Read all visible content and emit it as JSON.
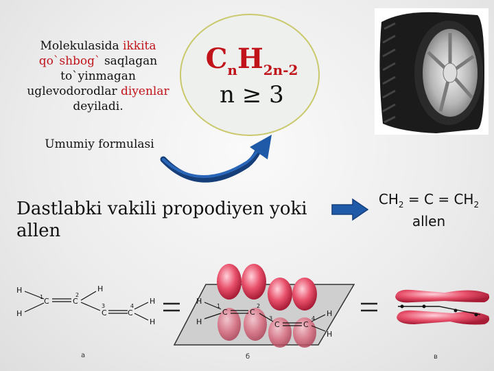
{
  "definition": {
    "part1": "Molekulasida ",
    "highlight1": "ikkita qo`shbog`",
    "part2": " saqlagan to`yinmagan uglevodorodlar ",
    "highlight2": "diyenlar",
    "part3": " deyiladi."
  },
  "formula_label": "Umumiy formulasi",
  "formula": {
    "c": "C",
    "c_sub": "n",
    "h": "H",
    "h_sub": "2n-2",
    "condition": "n ≥ 3"
  },
  "representative": "Dastlabki vakili propodiyen yoki allen",
  "allen": {
    "ch2_left": "CH",
    "sub_left": "2",
    "middle": " = C = ",
    "ch2_right": "CH",
    "sub_right": "2",
    "name": "allen"
  },
  "diagram": {
    "atoms": {
      "c": "C",
      "h": "H",
      "n1": "1",
      "n2": "2",
      "n3": "3",
      "n4": "4"
    },
    "captions": {
      "a": "a",
      "b": "б",
      "v": "в"
    }
  },
  "colors": {
    "highlight_red": "#c0141a",
    "ellipse_border": "#c9c86a",
    "arrow_blue": "#1f5aa8",
    "orbital_pink": "#e0405a"
  },
  "icons": [
    "curved-arrow-icon",
    "right-arrow-icon",
    "tire-image"
  ]
}
